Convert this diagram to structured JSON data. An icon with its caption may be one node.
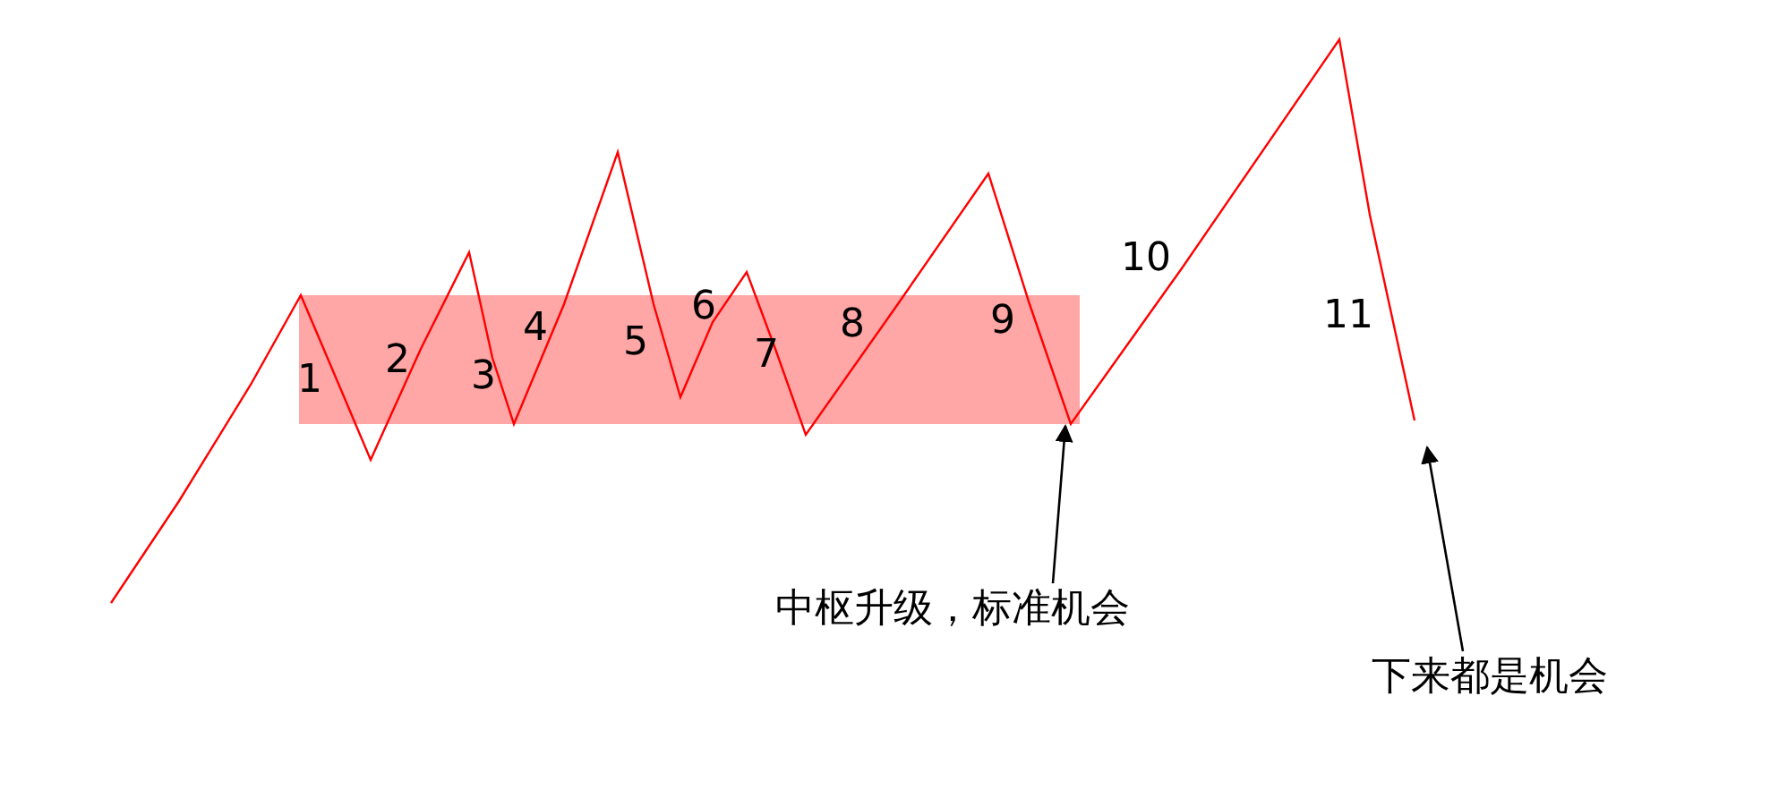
{
  "diagram": {
    "nodes": [
      {
        "text": [],
        "shape": "box"
      },
      {
        "text": [
          "中枢升级，标准机会"
        ]
      },
      {
        "text": [
          "下来都是机会"
        ]
      }
    ],
    "edges": [
      {
        "from": 1,
        "to": 0,
        "arrow": "to"
      },
      {
        "from": 2,
        "to": null,
        "arrow": "to"
      }
    ],
    "labels": [
      "1",
      "2",
      "3",
      "4",
      "5",
      "6",
      "7",
      "8",
      "9",
      "10",
      "11"
    ]
  }
}
